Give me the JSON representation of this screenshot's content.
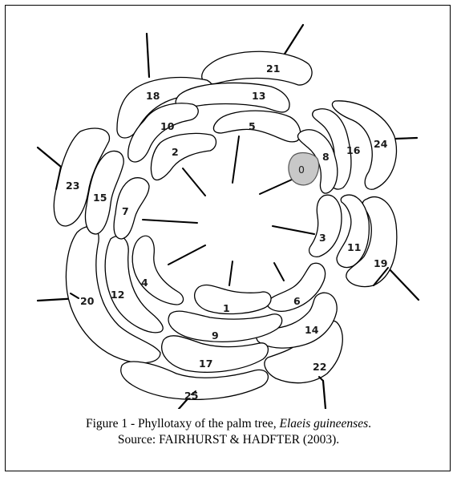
{
  "figure": {
    "caption_line1_prefix": "Figure 1 - Phyllotaxy of the palm tree, ",
    "caption_line1_species": "Elaeis guineenses",
    "caption_line1_suffix": ".",
    "caption_line2": "Source: FAIRHURST & HADFTER (2003)."
  },
  "leaves": [
    "0",
    "1",
    "2",
    "3",
    "4",
    "5",
    "6",
    "7",
    "8",
    "9",
    "10",
    "11",
    "12",
    "13",
    "14",
    "15",
    "16",
    "17",
    "18",
    "19",
    "20",
    "21",
    "22",
    "23",
    "24",
    "25"
  ]
}
